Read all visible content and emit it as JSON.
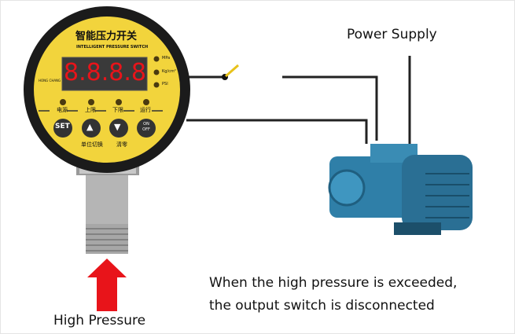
{
  "gauge": {
    "title_cn": "智能压力开关",
    "title_en": "INTELLIGENT PRESSURE SWITCH",
    "brand": "HONG CHANG",
    "display": "8.8.8.8",
    "units": [
      "MPa",
      "Kg/cm²",
      "PSI"
    ],
    "indicators": [
      "电源",
      "上限",
      "下限",
      "运行"
    ],
    "buttons": [
      "SET",
      "▲",
      "▼",
      "ON OFF"
    ],
    "button_labels": [
      "单位切换",
      "清零"
    ]
  },
  "labels": {
    "power_supply": "Power Supply",
    "high_pressure": "High Pressure",
    "description_line1": "When the high pressure is exceeded,",
    "description_line2": "the output switch is disconnected"
  },
  "colors": {
    "yellow": "#f2d43c",
    "arrow": "#e8141a",
    "pump": "#2f7fa8"
  }
}
